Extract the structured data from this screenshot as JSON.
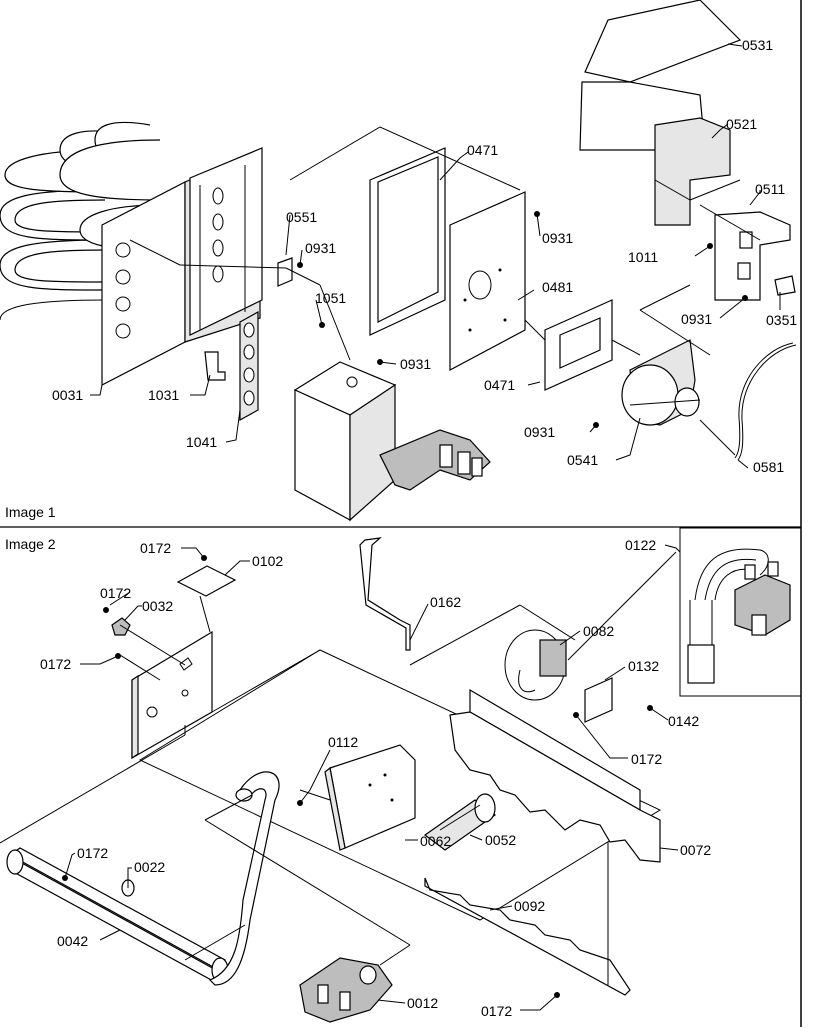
{
  "panels": [
    {
      "caption": "Image 1",
      "parts": [
        {
          "id": "p1-0531",
          "label": "0531"
        },
        {
          "id": "p1-0521",
          "label": "0521"
        },
        {
          "id": "p1-0511",
          "label": "0511"
        },
        {
          "id": "p1-1011",
          "label": "1011"
        },
        {
          "id": "p1-0931a",
          "label": "0931"
        },
        {
          "id": "p1-0351",
          "label": "0351"
        },
        {
          "id": "p1-0471a",
          "label": "0471"
        },
        {
          "id": "p1-0931b",
          "label": "0931"
        },
        {
          "id": "p1-0551",
          "label": "0551"
        },
        {
          "id": "p1-0931c",
          "label": "0931"
        },
        {
          "id": "p1-1051",
          "label": "1051"
        },
        {
          "id": "p1-0481",
          "label": "0481"
        },
        {
          "id": "p1-0471b",
          "label": "0471"
        },
        {
          "id": "p1-0931d",
          "label": "0931"
        },
        {
          "id": "p1-0031",
          "label": "0031"
        },
        {
          "id": "p1-1031",
          "label": "1031"
        },
        {
          "id": "p1-1041",
          "label": "1041"
        },
        {
          "id": "p1-0931e",
          "label": "0931"
        },
        {
          "id": "p1-0541",
          "label": "0541"
        },
        {
          "id": "p1-0581",
          "label": "0581"
        }
      ]
    },
    {
      "caption": "Image 2",
      "parts": [
        {
          "id": "p2-0172a",
          "label": "0172"
        },
        {
          "id": "p2-0102",
          "label": "0102"
        },
        {
          "id": "p2-0172b",
          "label": "0172"
        },
        {
          "id": "p2-0032",
          "label": "0032"
        },
        {
          "id": "p2-0172c",
          "label": "0172"
        },
        {
          "id": "p2-0162",
          "label": "0162"
        },
        {
          "id": "p2-0122",
          "label": "0122"
        },
        {
          "id": "p2-0082",
          "label": "0082"
        },
        {
          "id": "p2-0132",
          "label": "0132"
        },
        {
          "id": "p2-0142",
          "label": "0142"
        },
        {
          "id": "p2-0172d",
          "label": "0172"
        },
        {
          "id": "p2-0112",
          "label": "0112"
        },
        {
          "id": "p2-0062",
          "label": "0062"
        },
        {
          "id": "p2-0052",
          "label": "0052"
        },
        {
          "id": "p2-0072",
          "label": "0072"
        },
        {
          "id": "p2-0172e",
          "label": "0172"
        },
        {
          "id": "p2-0022",
          "label": "0022"
        },
        {
          "id": "p2-0092",
          "label": "0092"
        },
        {
          "id": "p2-0042",
          "label": "0042"
        },
        {
          "id": "p2-0012",
          "label": "0012"
        },
        {
          "id": "p2-0172f",
          "label": "0172"
        }
      ]
    }
  ]
}
